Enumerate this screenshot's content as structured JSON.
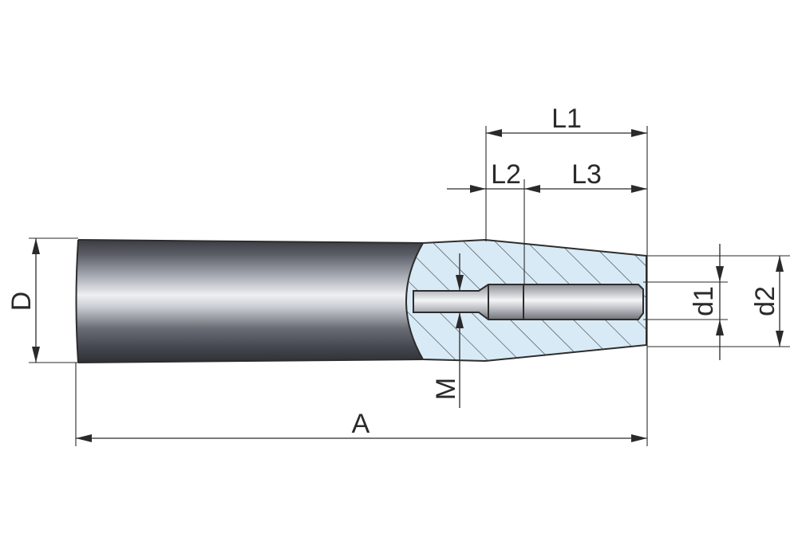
{
  "labels": {
    "L1": "L1",
    "L2": "L2",
    "L3": "L3",
    "D": "D",
    "M": "M",
    "d1": "d1",
    "d2": "d2",
    "A": "A"
  },
  "colors": {
    "section_fill": "#d8eaf6",
    "steel_dark": "#3a3d44",
    "steel_light": "#e8eaee",
    "line": "#2a2a2a"
  }
}
